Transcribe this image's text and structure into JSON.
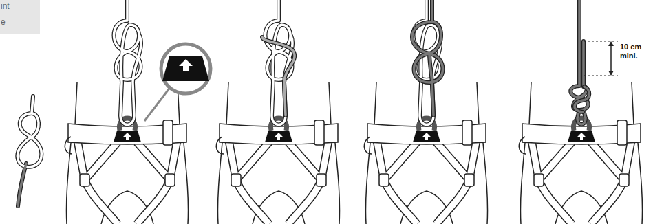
{
  "diagram": {
    "labels": [
      "int",
      "e",
      "10 cm mini."
    ]
  }
}
